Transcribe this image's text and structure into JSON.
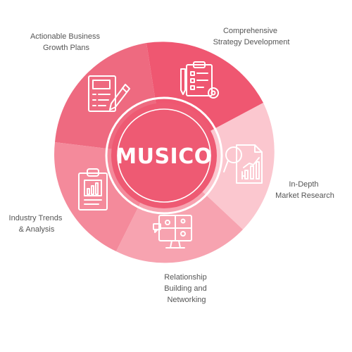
{
  "center": {
    "title": "MUSICO"
  },
  "segments": [
    {
      "id": "actionable-business-growth-plans",
      "label": "Actionable Business\nGrowth Plans",
      "color": "#ee6a80",
      "icon": "clipboard-pencil-icon"
    },
    {
      "id": "comprehensive-strategy-development",
      "label": "Comprehensive\nStrategy Development",
      "color": "#ef5771",
      "icon": "clipboard-gear-icon"
    },
    {
      "id": "in-depth-market-research",
      "label": "In-Depth\nMarket Research",
      "color": "#fbc7cf",
      "icon": "document-magnifier-chart-icon"
    },
    {
      "id": "relationship-building-networking",
      "label": "Relationship\nBuilding and\nNetworking",
      "color": "#f7a3b0",
      "icon": "video-call-monitor-icon"
    },
    {
      "id": "industry-trends-analysis",
      "label": "Industry Trends\n& Analysis",
      "color": "#f48a9b",
      "icon": "clipboard-chart-icon"
    }
  ],
  "colors": {
    "center_fill": "#ee5a73",
    "center_ring": "#ffffff",
    "text": "#555555",
    "icon_stroke": "#ffffff"
  }
}
